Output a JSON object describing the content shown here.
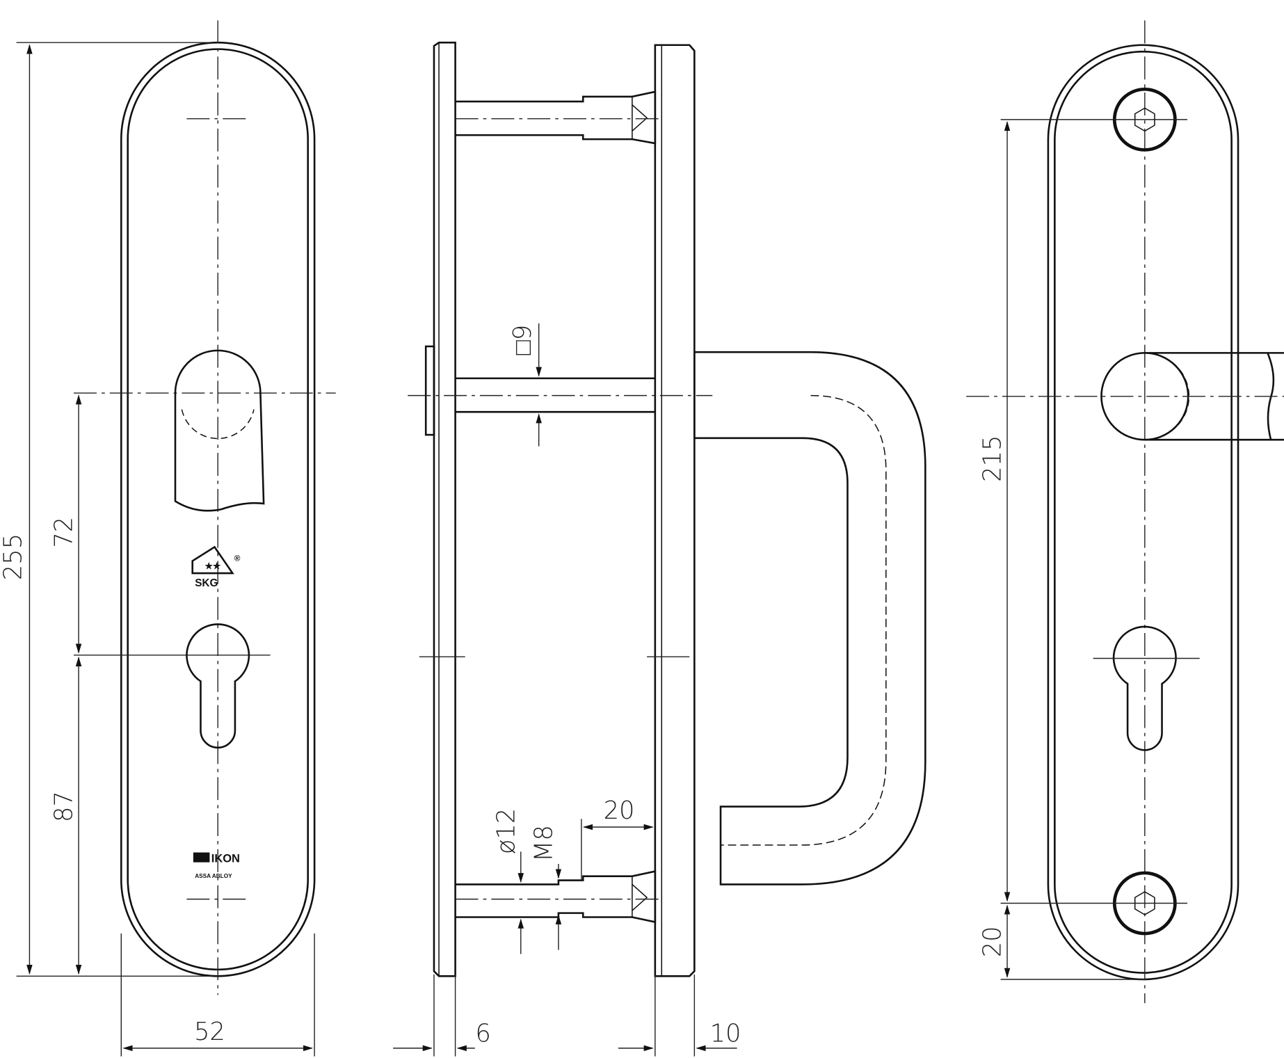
{
  "drawing": {
    "dimensions": {
      "overall_height": "255",
      "rose_to_cylinder": "72",
      "cylinder_to_bottom": "87",
      "plate_width": "52",
      "inner_plate_thickness": "6",
      "outer_plate_thickness": "10",
      "spindle_square": "□9",
      "screw_diameter": "ø12",
      "thread": "M8",
      "bushing_length": "20",
      "screw_spacing": "215",
      "screw_edge_offset": "20"
    },
    "logos": {
      "certification": "SKG",
      "registered": "®",
      "brand": "IKON",
      "brand_group": "ASSA ABLOY"
    },
    "colors": {
      "line": "#111111",
      "background": "#ffffff"
    }
  }
}
